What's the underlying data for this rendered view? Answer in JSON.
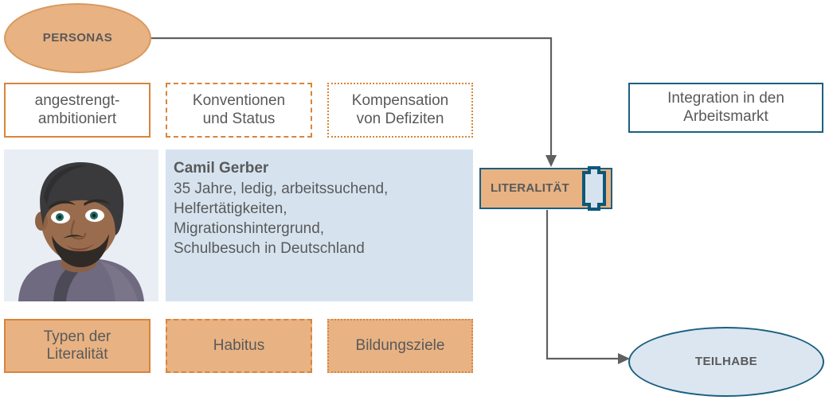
{
  "diagram": {
    "title_node": {
      "label": "PERSONAS"
    },
    "outcome_node": {
      "label": "TEILHABE"
    },
    "central_node": {
      "label": "LITERALITÄT",
      "icon": "book-scroll-icon"
    },
    "top_attributes": [
      {
        "label": "angestrengt-\nambitioniert",
        "border": "solid",
        "fill": "white"
      },
      {
        "label": "Konventionen\nund Status",
        "border": "dashed",
        "fill": "white"
      },
      {
        "label": "Kompensation\nvon Defiziten",
        "border": "dotted",
        "fill": "white"
      }
    ],
    "bottom_attributes": [
      {
        "label": "Typen der\nLiteralität",
        "border": "solid",
        "fill": "orange"
      },
      {
        "label": "Habitus",
        "border": "dashed",
        "fill": "orange"
      },
      {
        "label": "Bildungsziele",
        "border": "dotted",
        "fill": "orange"
      }
    ],
    "goal_box": {
      "label": "Integration in den\nArbeitsmarkt"
    },
    "persona": {
      "name": "Camil Gerber",
      "description": "35 Jahre, ledig, arbeitssuchend,\nHelfertätigkeiten,\nMigrationshintergrund,\nSchulbesuch in Deutschland",
      "avatar": "persona-avatar-illustration"
    },
    "colors": {
      "orange_fill": "#e8b283",
      "orange_border": "#d9843b",
      "teal_border": "#1b5f80",
      "light_blue_fill": "#d6e3ef",
      "ellipse_blue_fill": "#dbe6f0",
      "text_gray": "#595959",
      "connector_gray": "#606060"
    }
  }
}
